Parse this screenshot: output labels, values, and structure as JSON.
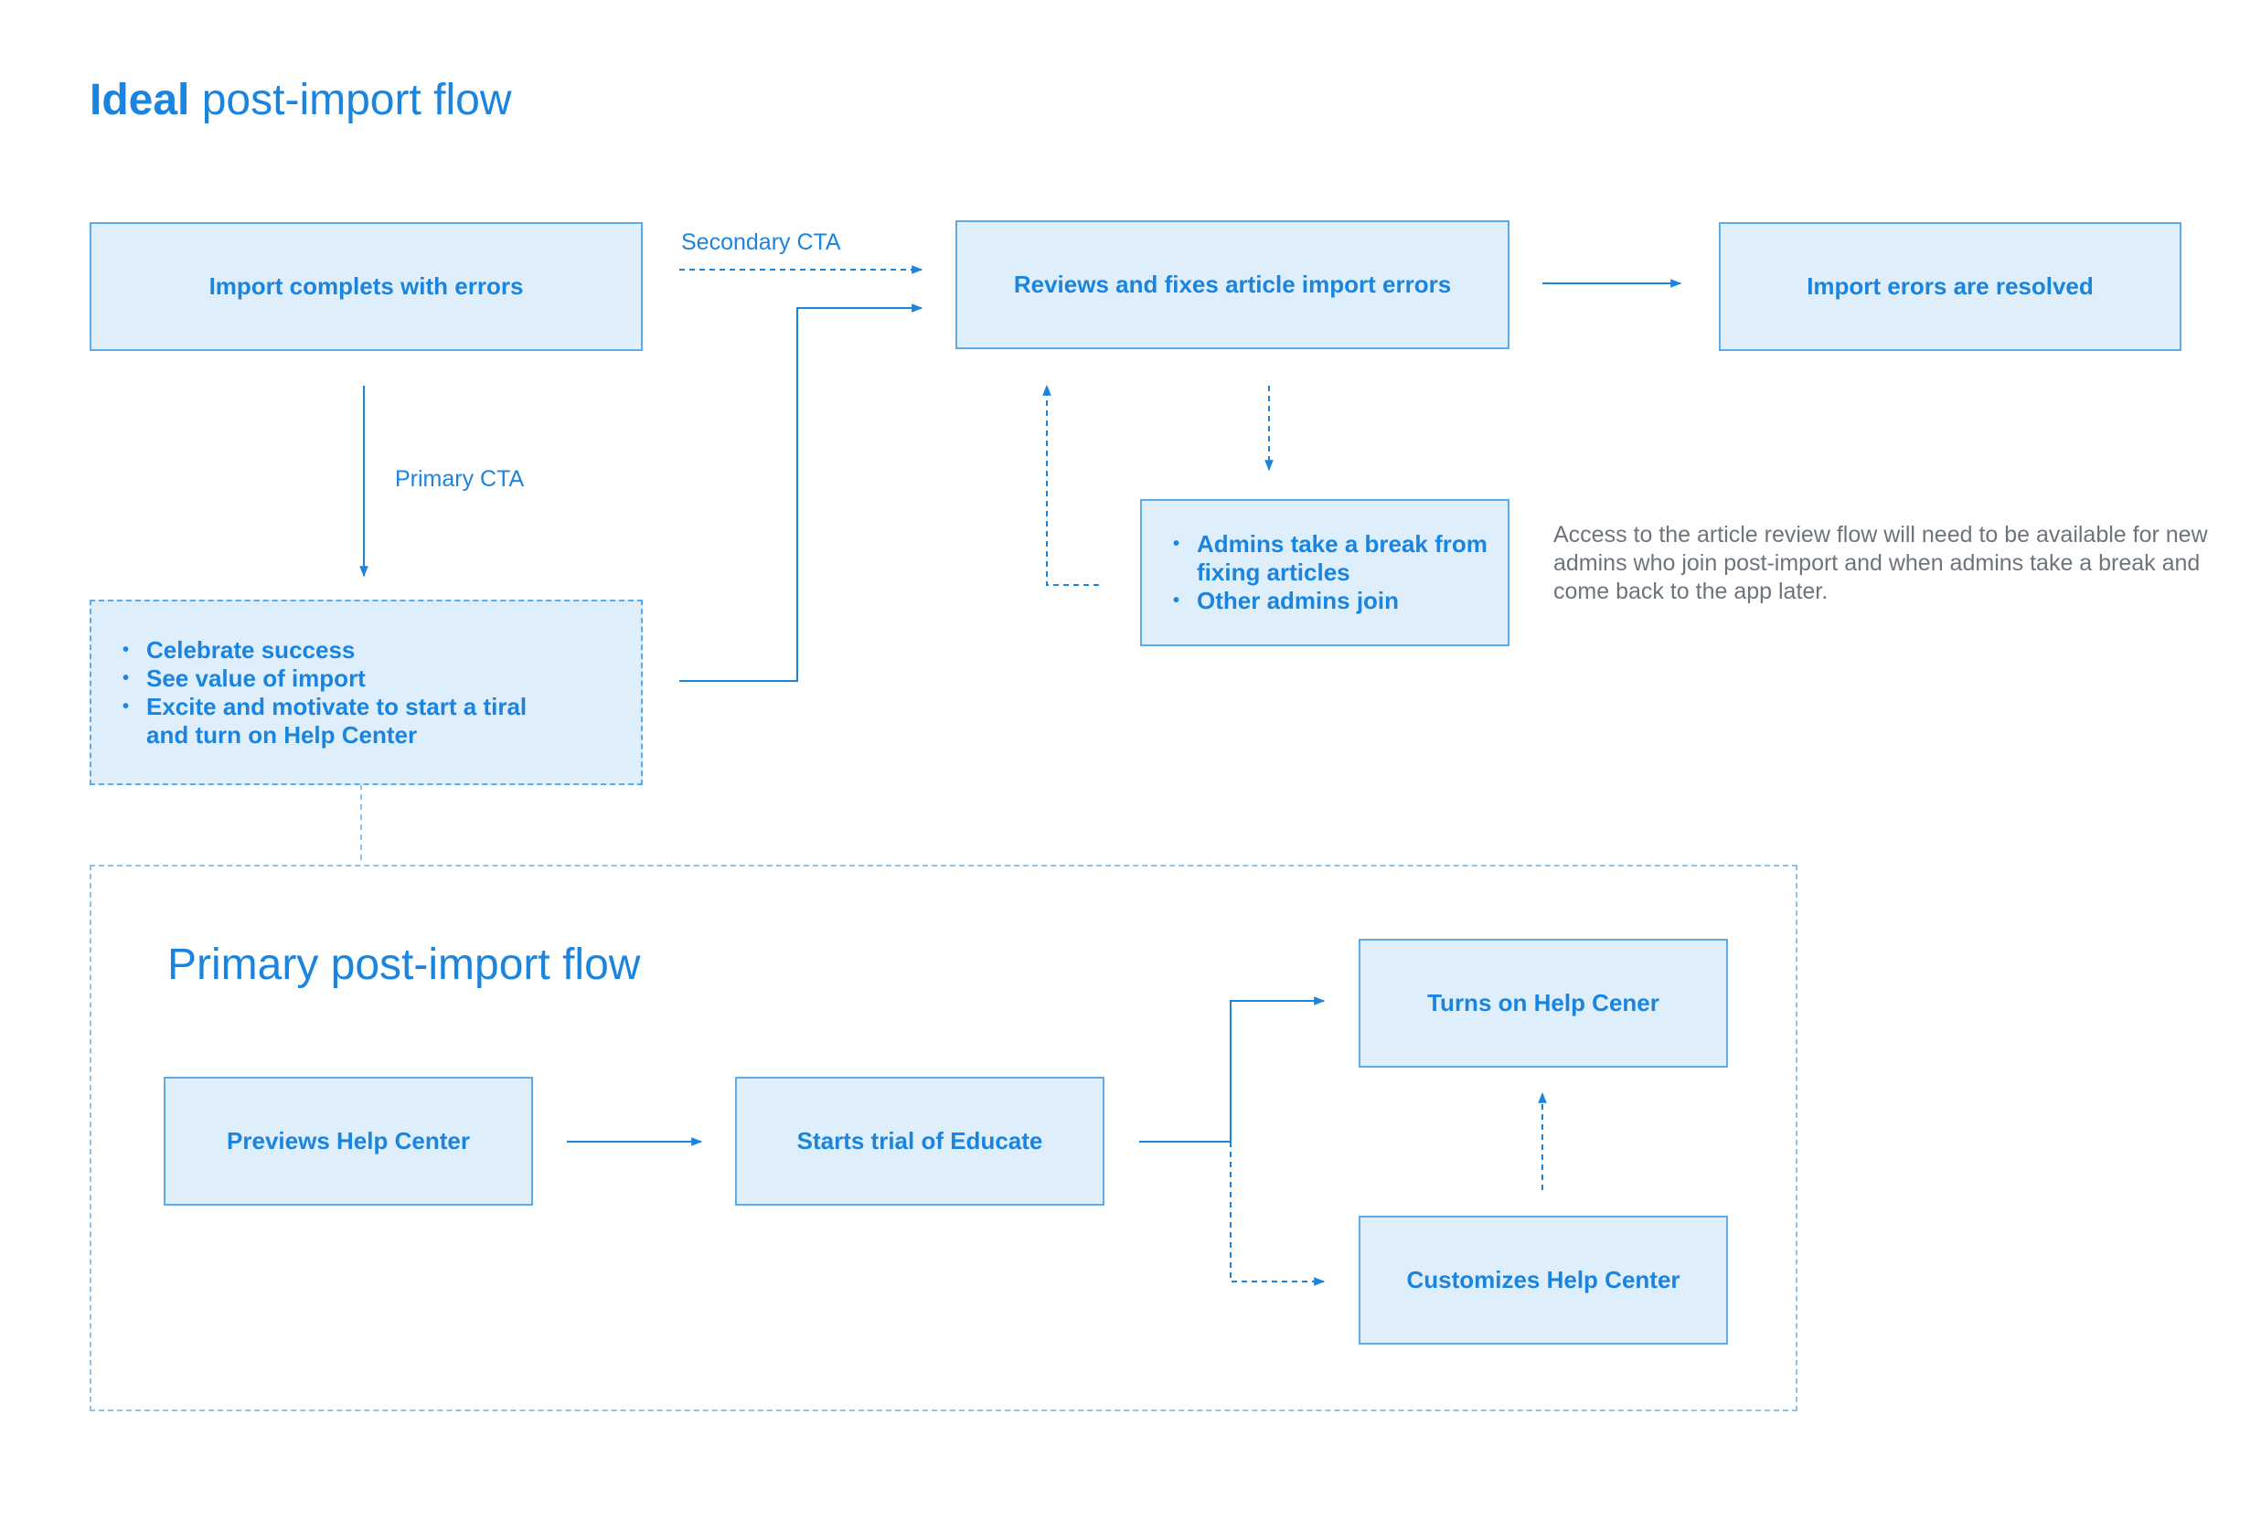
{
  "title": {
    "bold": "Ideal",
    "rest": " post-import flow"
  },
  "boxes": {
    "import_errors": "Import complets with errors",
    "reviews_fixes": "Reviews and fixes article import errors",
    "errors_resolved": "Import erors are resolved",
    "admins_items": [
      "Admins take a break from fixing articles",
      "Other admins join"
    ],
    "celebrate_items": [
      "Celebrate success",
      "See value of import",
      "Excite and motivate to start a tiral and turn on Help Center"
    ],
    "previews": "Previews Help Center",
    "starts_trial": "Starts trial of Educate",
    "turns_on": "Turns on Help Cener",
    "customizes": "Customizes Help Center"
  },
  "labels": {
    "secondary_cta": "Secondary CTA",
    "primary_cta": "Primary CTA"
  },
  "note": "Access to the article review flow will need to be available for new admins who join post-import and when admins take a break and come back to the app later.",
  "subtitle": "Primary post-import flow",
  "colors": {
    "accent": "#1a84de",
    "box_fill": "#deeefb",
    "box_border": "#5cacec",
    "note_text": "#6e747b"
  }
}
